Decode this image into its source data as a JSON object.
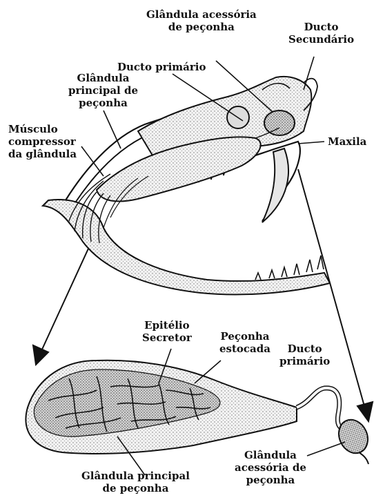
{
  "labels": {
    "glandula_acessoria_top": "Glândula acessória\nde peçonha",
    "ducto_secundario": "Ducto\nSecundário",
    "ducto_primario_top": "Ducto primário",
    "glandula_principal_top": "Glândula\nprincipal de\npeçonha",
    "musculo": "Músculo\ncompressor\nda glândula",
    "maxila": "Maxila",
    "epitelio": "Epitélio\nSecretor",
    "peconha_estocada": "Peçonha\nestocada",
    "ducto_primario_bottom": "Ducto\nprimário",
    "glandula_principal_bottom": "Glândula principal\nde peçonha",
    "glandula_acessoria_bottom": "Glândula\nacessória de\npeçonha"
  }
}
